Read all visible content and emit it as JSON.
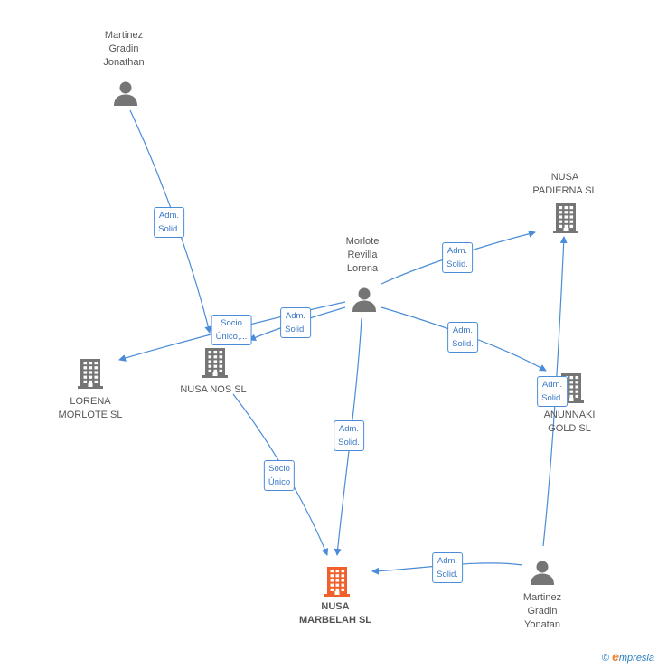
{
  "colors": {
    "edge": "#4a8cd8",
    "icon": "#757575",
    "focus": "#f0602a",
    "label": "#555555"
  },
  "nodes": [
    {
      "id": "mgj",
      "kind": "person",
      "lines": [
        "Martinez",
        "Gradin",
        "Jonathan"
      ],
      "icon": "person-icon"
    },
    {
      "id": "mrl",
      "kind": "person",
      "lines": [
        "Morlote",
        "Revilla",
        "Lorena"
      ],
      "icon": "person-icon"
    },
    {
      "id": "npad",
      "kind": "company",
      "lines": [
        "NUSA",
        "PADIERNA SL"
      ],
      "icon": "building-icon"
    },
    {
      "id": "lml",
      "kind": "company",
      "lines": [
        "LORENA",
        "MORLOTE SL"
      ],
      "icon": "building-icon"
    },
    {
      "id": "nnos",
      "kind": "company",
      "lines": [
        "NUSA NOS SL"
      ],
      "icon": "building-icon"
    },
    {
      "id": "anun",
      "kind": "company",
      "lines": [
        "ANUNNAKI",
        "GOLD SL"
      ],
      "icon": "building-icon"
    },
    {
      "id": "nmar",
      "kind": "company-focus",
      "lines": [
        "NUSA",
        "MARBELAH SL"
      ],
      "icon": "building-icon"
    },
    {
      "id": "mgy",
      "kind": "person",
      "lines": [
        "Martinez",
        "Gradin",
        "Yonatan"
      ],
      "icon": "person-icon"
    }
  ],
  "edges": [
    {
      "from": "mgj",
      "to": "nnos",
      "label": "Adm.\nSolid."
    },
    {
      "from": "mrl",
      "to": "lml",
      "label": "Socio\nÚnico,..."
    },
    {
      "from": "mrl",
      "to": "nnos",
      "label": "Adm.\nSolid."
    },
    {
      "from": "mrl",
      "to": "npad",
      "label": "Adm.\nSolid."
    },
    {
      "from": "mrl",
      "to": "anun",
      "label": "Adm.\nSolid."
    },
    {
      "from": "mrl",
      "to": "nmar",
      "label": "Adm.\nSolid."
    },
    {
      "from": "nnos",
      "to": "nmar",
      "label": "Socio\nÚnico"
    },
    {
      "from": "mgy",
      "to": "npad",
      "label": "Adm.\nSolid."
    },
    {
      "from": "mgy",
      "to": "nmar",
      "label": "Adm.\nSolid."
    }
  ],
  "footer": {
    "copyright": "©",
    "brand_initial": "e",
    "brand_rest": "mpresia"
  }
}
